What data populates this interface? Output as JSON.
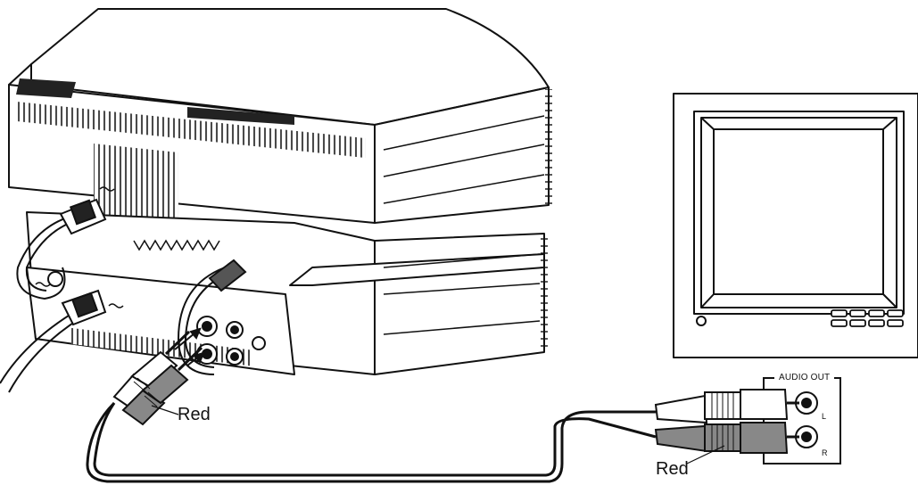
{
  "labels": {
    "red_left": "Red",
    "red_right": "Red",
    "audio_out": "AUDIO OUT",
    "jack_l": "L",
    "jack_r": "R"
  },
  "colors": {
    "line": "#111111",
    "plug_gray": "#888888",
    "plug_white": "#ffffff"
  },
  "icons": [
    "antenna-icon",
    "headphone-icon",
    "ac-power-icon"
  ]
}
